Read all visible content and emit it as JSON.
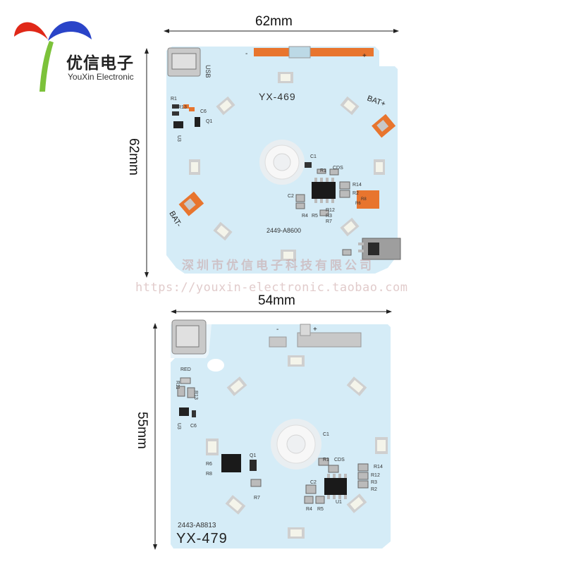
{
  "brand": {
    "name_cn": "优信电子",
    "name_en": "YouXin Electronic"
  },
  "watermark": {
    "shop_cn": "深圳市优信电子科技有限公司",
    "url": "https://youxin-electronic.taobao.com"
  },
  "board_top": {
    "width_label": "62mm",
    "height_label": "62mm",
    "model": "YX-469",
    "part_no": "2449-A8600",
    "silk": {
      "usb": "USB",
      "bat_plus": "BAT+",
      "bat_minus": "BAT-",
      "minus": "-",
      "plus": "+",
      "r1": "R1",
      "r13": "R13",
      "c6": "C6",
      "q1": "Q1",
      "u3": "U3",
      "c1": "C1",
      "r1b": "R1",
      "cds": "CDS",
      "c2": "C2",
      "r14": "R14",
      "r2": "R2",
      "r12": "R12",
      "r3": "R3",
      "r4": "R4",
      "r5": "R5",
      "r7": "R7",
      "r6": "R6",
      "r8": "R8"
    }
  },
  "board_bottom": {
    "width_label": "54mm",
    "height_label": "55mm",
    "model": "YX-479",
    "part_no": "2443-A8813",
    "silk": {
      "minus": "-",
      "plus": "+",
      "red": "RED",
      "r11": "R11",
      "r13": "R13",
      "c6": "C6",
      "u3": "U3",
      "c1": "C1",
      "r6": "R6",
      "r8": "R8",
      "q1": "Q1",
      "r7": "R7",
      "r1": "R1",
      "cds": "CDS",
      "r14": "R14",
      "r12": "R12",
      "r3": "R3",
      "r2": "R2",
      "c2": "C2",
      "u1": "U1",
      "r4": "R4",
      "r5": "R5"
    }
  },
  "colors": {
    "board": "#d5ecf7",
    "copper": "#e8752e",
    "led_frame": "#cfcfcf",
    "led_face": "#f4f4ea",
    "logo_red": "#e02818",
    "logo_blue": "#2a44c8",
    "logo_green": "#7cc23a"
  }
}
